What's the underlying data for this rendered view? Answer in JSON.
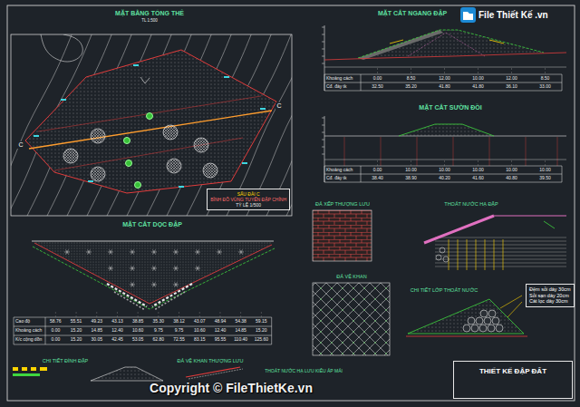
{
  "diagram": {
    "nodes": [
      {
        "text": [
          "SẤU ĐÀI C",
          "BÌNH ĐỒ VÙNG TUYẾN ĐẬP CHÍNH",
          "TỶ LỆ 1/500"
        ]
      },
      {
        "text": [
          "Đệm sỏi dày 30cm",
          "Sỏi sạn dày 20cm",
          "Cát lọc dày 30cm"
        ]
      },
      {
        "text": [
          "THIẾT KẾ ĐẬP ĐẤT"
        ]
      }
    ],
    "labels": [
      "MẶT BẰNG TỔNG THỂ",
      "TL 1:500",
      "MẶT CẮT NGANG ĐẬP",
      "MẶT CẮT SƯỜN ĐỒI",
      "MẶT CẮT DỌC ĐẬP",
      "ĐÁ XẾP THƯỢNG LƯU",
      "ĐÁ VỆ KHAN",
      "THOÁT NƯỚC HẠ ĐẬP",
      "CHI TIẾT LỚP THOÁT NƯỚC",
      "CHI TIẾT ĐỈNH ĐẬP",
      "ĐÁ VỆ KHAN THƯỢNG LƯU",
      "THOÁT NƯỚC HẠ LƯU KIỂU ÁP MÁI",
      "C",
      "C",
      "File Thiết Kế .vn",
      "Copyright © FileThietKe.vn",
      "Khoảng cách",
      "0.00",
      "8.50",
      "12.00",
      "10.00",
      "12.00",
      "8.50",
      "Cđ. đáy tk",
      "32.50",
      "35.20",
      "41.80",
      "41.80",
      "36.10",
      "33.00",
      "Khoảng cách",
      "0.00",
      "10.00",
      "10.00",
      "10.00",
      "10.00",
      "10.00",
      "Cđ. đáy tk",
      "38.40",
      "38.90",
      "40.20",
      "41.60",
      "40.80",
      "39.50",
      "Cao độ",
      "58.76",
      "55.51",
      "49.23",
      "43.13",
      "38.85",
      "35.30",
      "38.12",
      "43.07",
      "48.94",
      "54.38",
      "59.15",
      "Khoảng cách",
      "0.00",
      "15.20",
      "14.85",
      "12.40",
      "10.60",
      "9.75",
      "9.75",
      "10.60",
      "12.40",
      "14.85",
      "15.20",
      "K/c cộng dồn",
      "0.00",
      "15.20",
      "30.05",
      "42.45",
      "53.05",
      "62.80",
      "72.55",
      "83.15",
      "95.55",
      "110.40",
      "125.60"
    ]
  }
}
